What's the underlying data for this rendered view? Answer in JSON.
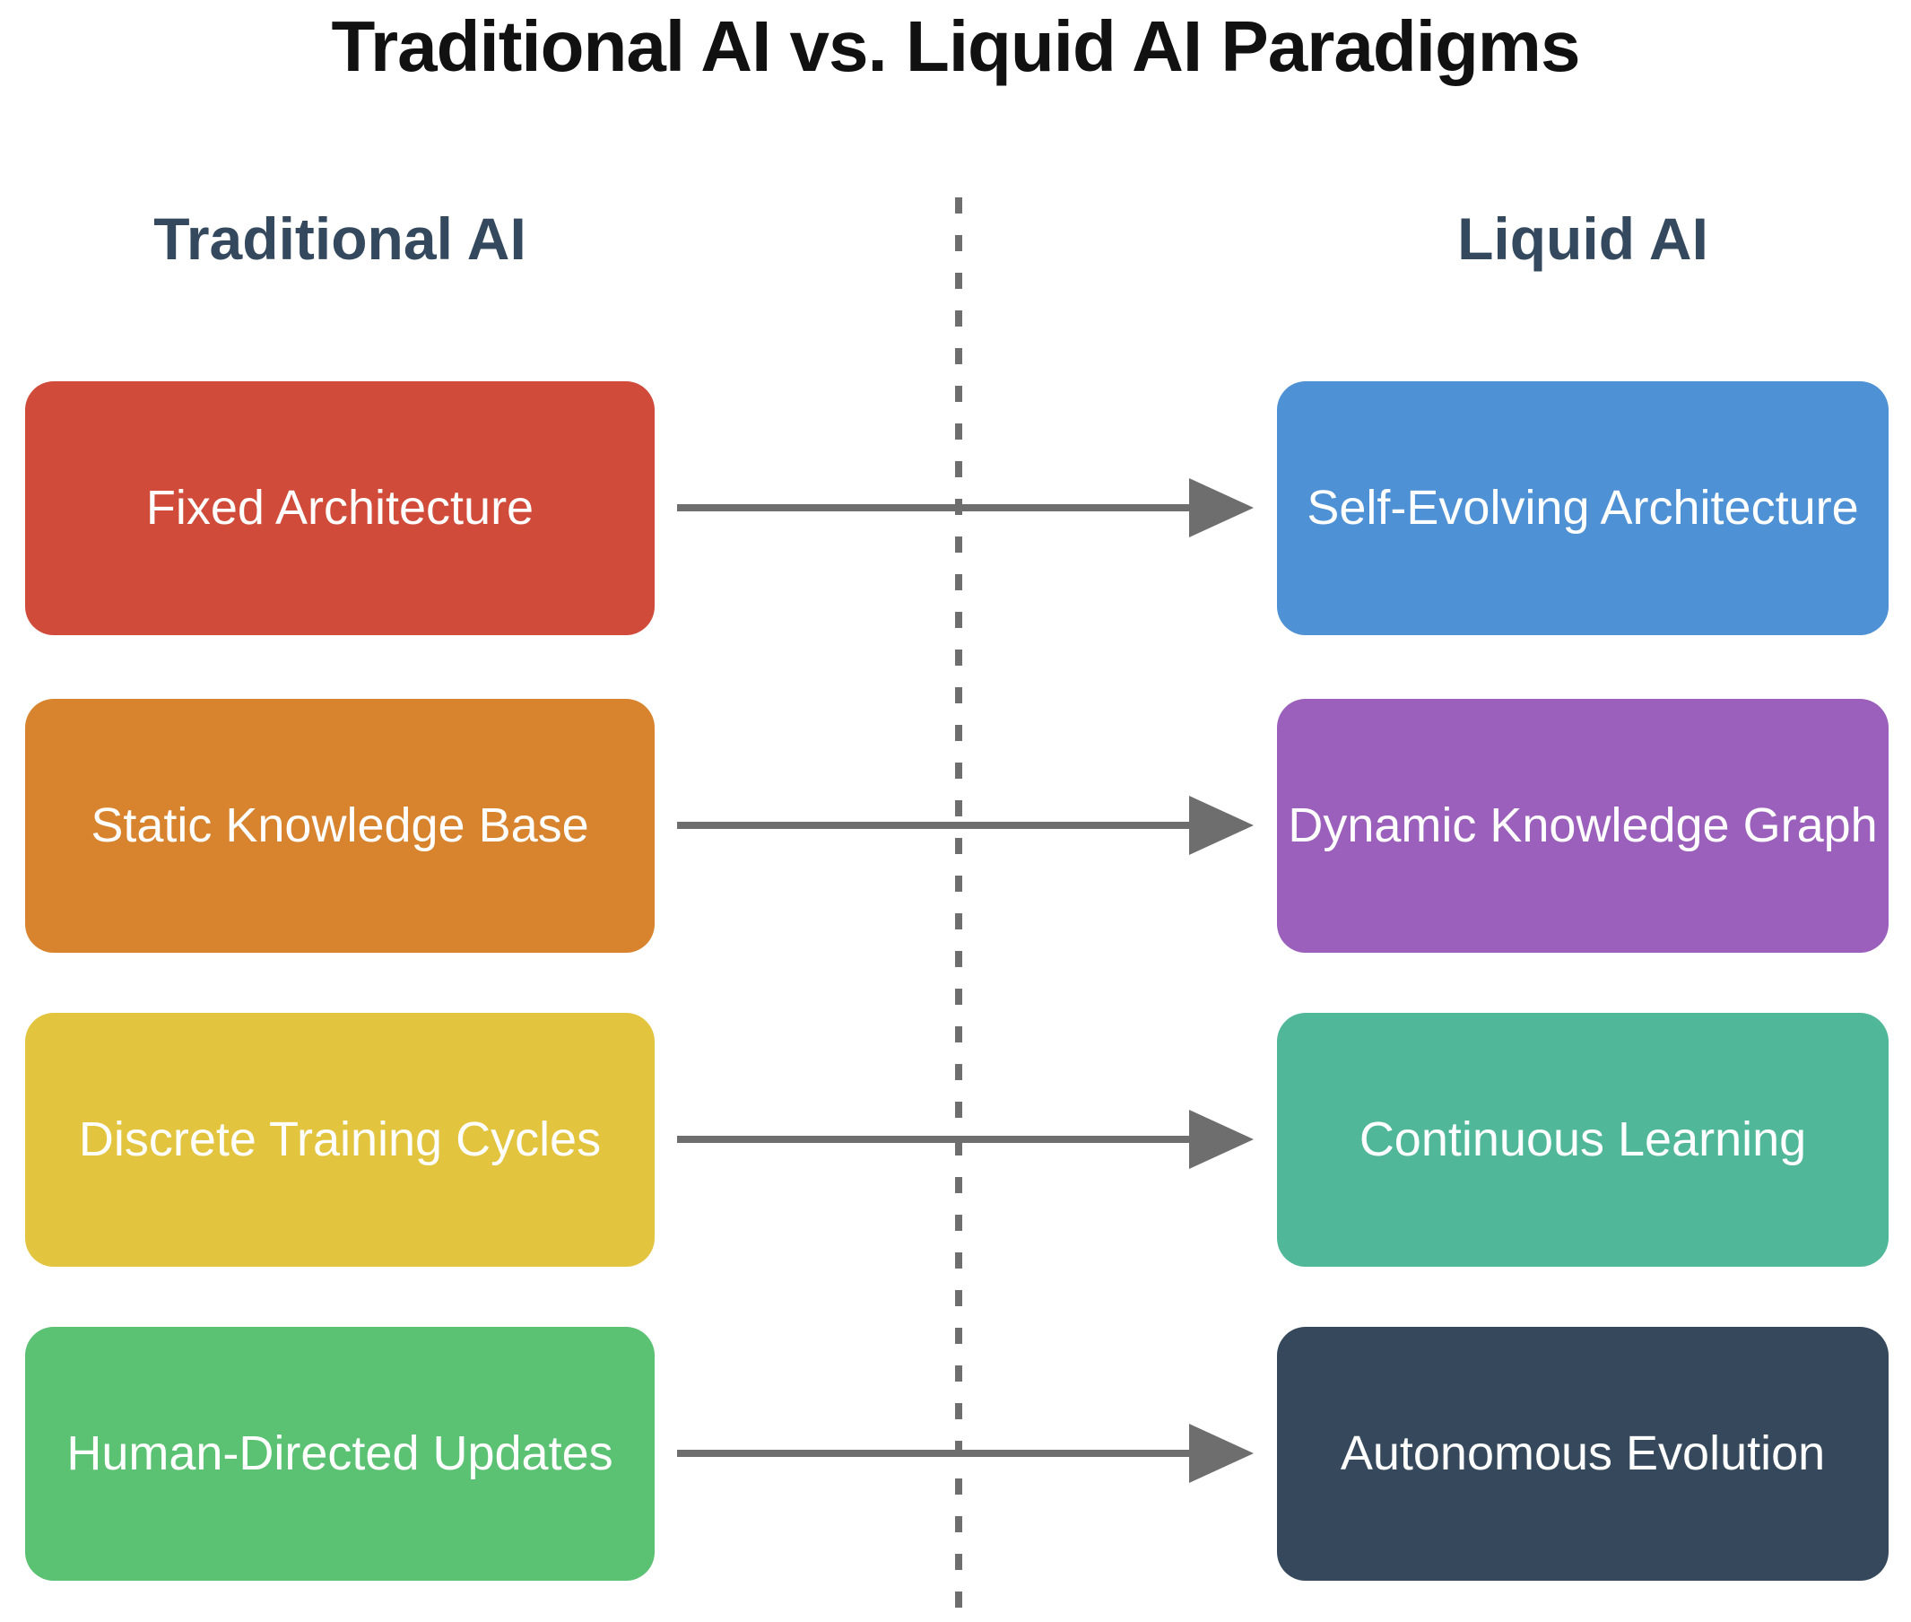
{
  "title": "Traditional AI vs. Liquid AI Paradigms",
  "colors": {
    "title": "#111111",
    "header": "#34495E",
    "line": "#6E6E6E",
    "box_text": "#FFFFFF"
  },
  "columns": {
    "left": {
      "header": "Traditional AI"
    },
    "right": {
      "header": "Liquid AI"
    }
  },
  "rows": [
    {
      "left": {
        "label": "Fixed Architecture",
        "color": "#D04B39"
      },
      "right": {
        "label": "Self-Evolving Architecture",
        "color": "#4E91D5"
      }
    },
    {
      "left": {
        "label": "Static Knowledge Base",
        "color": "#D8842F"
      },
      "right": {
        "label": "Dynamic Knowledge Graph",
        "color": "#9B60BB"
      }
    },
    {
      "left": {
        "label": "Discrete Training Cycles",
        "color": "#E3C43F"
      },
      "right": {
        "label": "Continuous Learning",
        "color": "#50B899"
      }
    },
    {
      "left": {
        "label": "Human-Directed Updates",
        "color": "#5BC173"
      },
      "right": {
        "label": "Autonomous Evolution",
        "color": "#36495C"
      }
    }
  ]
}
